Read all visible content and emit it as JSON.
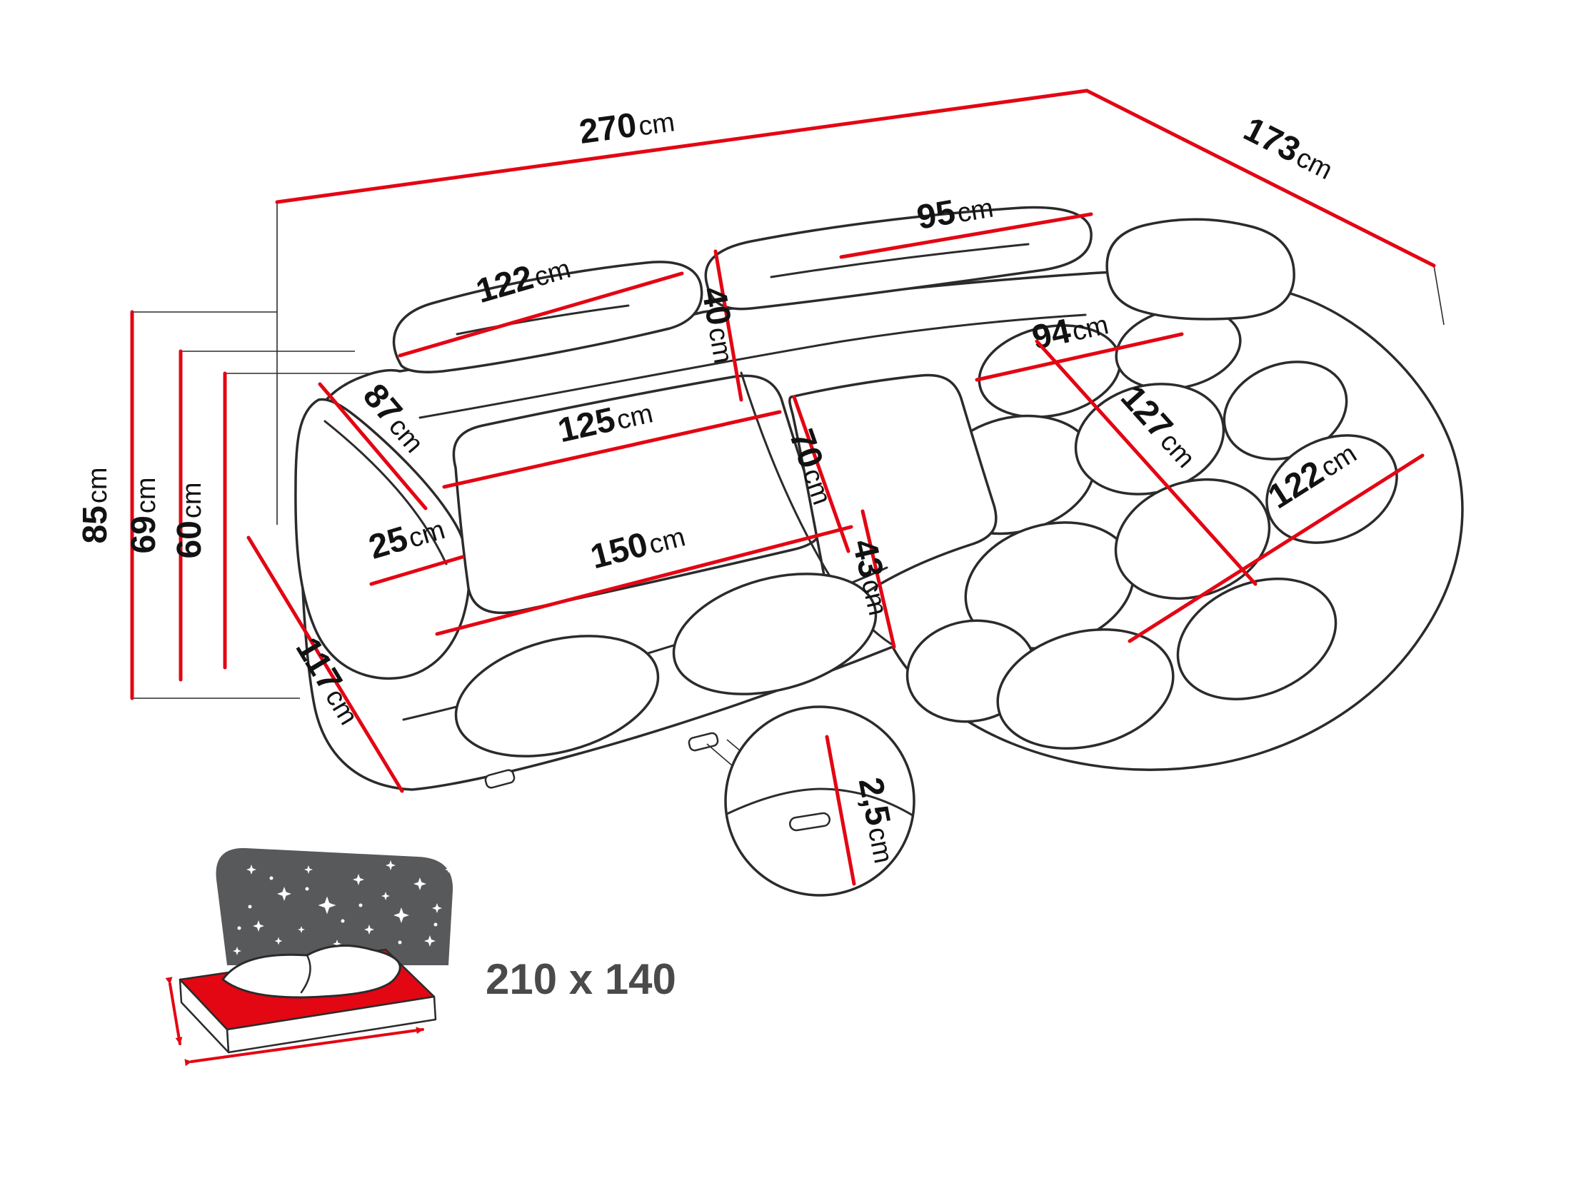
{
  "unit": "cm",
  "dimensions": {
    "overall_width": "270",
    "overall_depth": "173",
    "overall_height": "85",
    "backrest_height": "69",
    "armrest_height": "60",
    "front_depth": "117",
    "back_cushion_left_width": "122",
    "back_cushion_right_width": "95",
    "backrest_thickness": "40",
    "chaise_back_width": "94",
    "armrest_length": "87",
    "chaise_length": "127",
    "chaise_front_width": "122",
    "seat_cushion_width": "125",
    "seat_depth": "70",
    "armrest_width": "25",
    "seat_front_width": "150",
    "seat_height": "43",
    "leg_height": "2,5"
  },
  "sleeping_area": {
    "size_label": "210 x 140"
  },
  "icons": {
    "sleeping_function": "bed-icon",
    "leg_detail": "detail-circle"
  },
  "colors": {
    "dimension_red": "#e30613",
    "line_black": "#2b2b2b",
    "icon_gray": "#58595b",
    "label_text": "#121212",
    "size_text": "#4a4a4a"
  }
}
